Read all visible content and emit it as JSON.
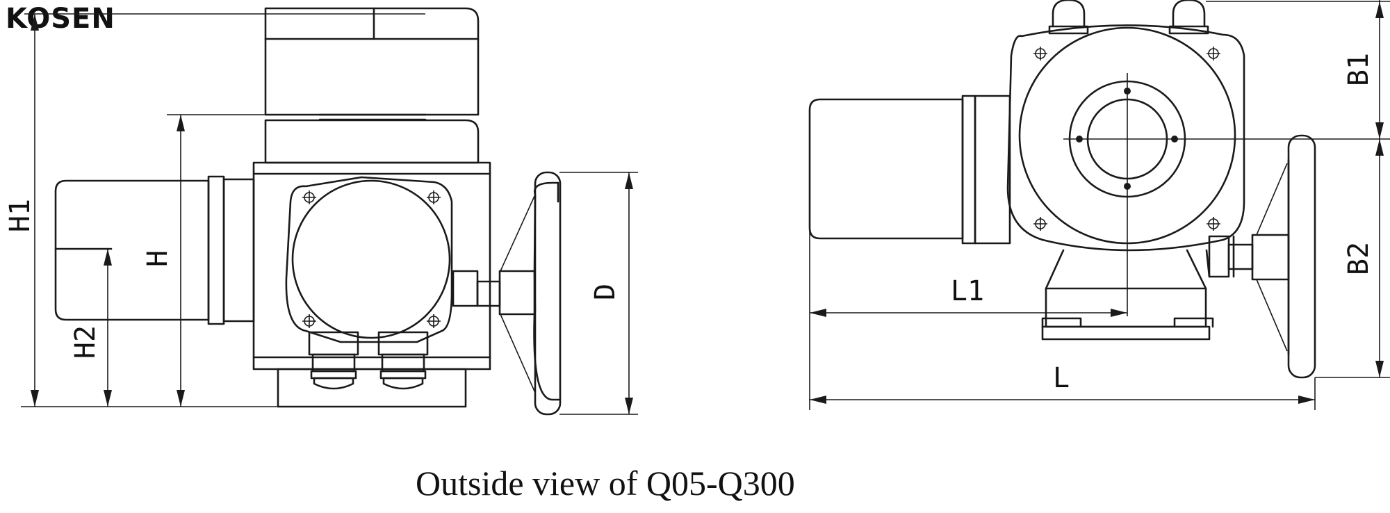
{
  "logo": "KOSEN",
  "caption": "Outside view of Q05-Q300",
  "labels": {
    "H1": "H1",
    "H": "H",
    "H2": "H2",
    "D": "D",
    "B1": "B1",
    "B2": "B2",
    "L1": "L1",
    "L": "L"
  }
}
